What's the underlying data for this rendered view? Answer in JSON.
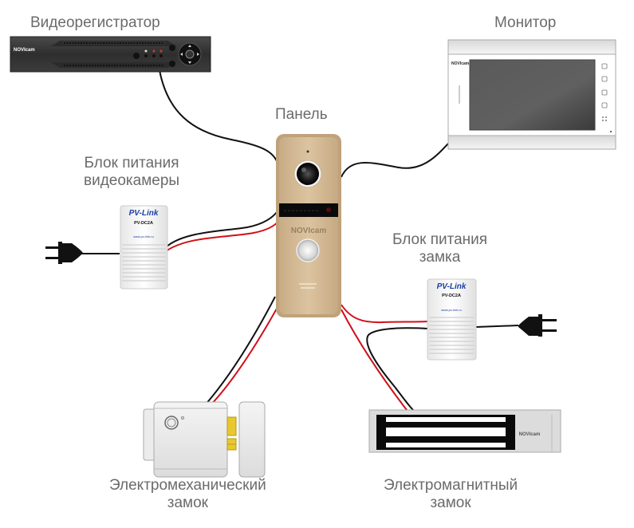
{
  "title": "Схема подключения видеодомофона",
  "labels": {
    "dvr": "Видеорегистратор",
    "monitor": "Монитор",
    "panel": "Панель",
    "camera_psu_line1": "Блок питания",
    "camera_psu_line2": "видеокамеры",
    "lock_psu_line1": "Блок питания",
    "lock_psu_line2": "замка",
    "em_lock_line1": "Электромеханический",
    "em_lock_line2": "замок",
    "mag_lock_line1": "Электромагнитный",
    "mag_lock_line2": "замок"
  },
  "devices": {
    "dvr_brand": "NOVIcam",
    "monitor_brand": "NOVIcam",
    "panel_brand": "NOVIcam",
    "maglock_brand": "NOVIcam",
    "psu_brand": "PV-Link",
    "psu_model": "PV-DC2A",
    "psu_url": "www.pv-link.ru"
  },
  "colors": {
    "wire_black": "#111111",
    "wire_red": "#d0101a",
    "panel_gold": "#d3b996",
    "label_gray": "#6b6b6b",
    "dvr_body": "#3a3a3a",
    "psu_brand_blue": "#1a3fa8"
  },
  "connections": [
    {
      "from": "Видеорегистратор",
      "to": "Панель",
      "wire": "black"
    },
    {
      "from": "Монитор",
      "to": "Панель",
      "wire": "black"
    },
    {
      "from": "Блок питания видеокамеры",
      "to": "Панель",
      "wire": "black+red"
    },
    {
      "from": "Блок питания замка",
      "to": "Панель",
      "wire": "red"
    },
    {
      "from": "Блок питания замка",
      "to": "Электромагнитный замок",
      "wire": "black"
    },
    {
      "from": "Панель",
      "to": "Электромеханический замок",
      "wire": "black+red"
    },
    {
      "from": "Панель",
      "to": "Электромагнитный замок",
      "wire": "red"
    }
  ]
}
